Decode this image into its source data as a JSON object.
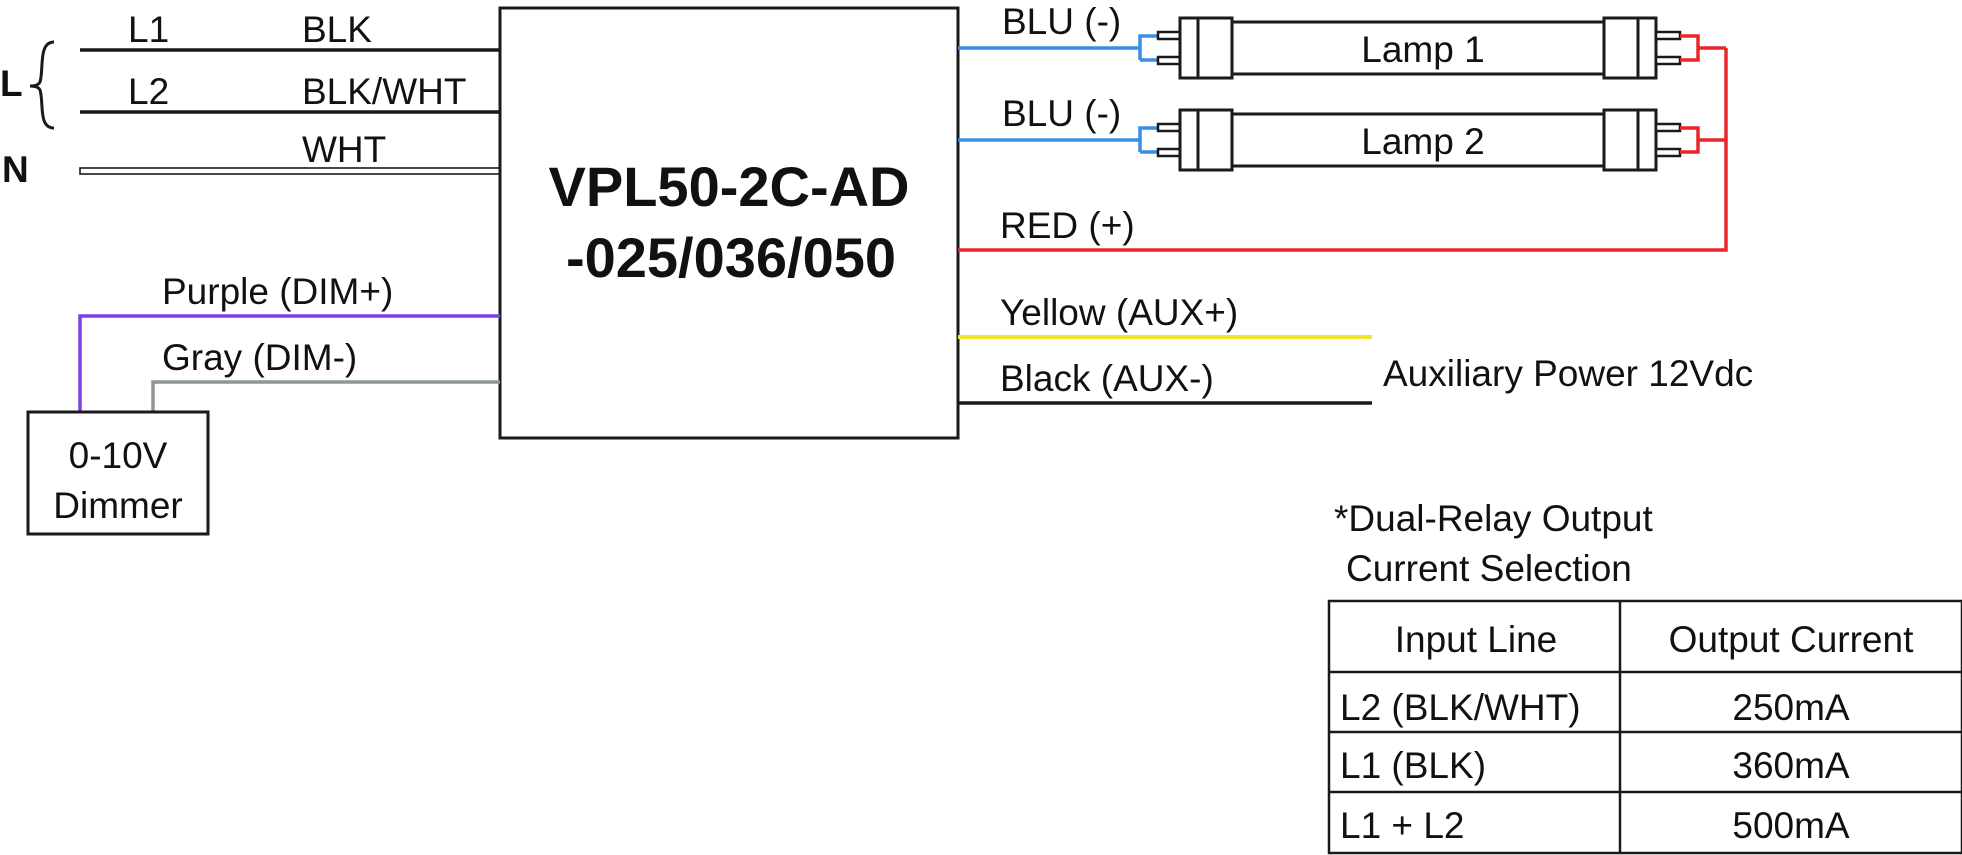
{
  "inputs": {
    "group_label": "L",
    "neutral_label": "N",
    "l1_label": "L1",
    "l2_label": "L2",
    "blk": "BLK",
    "blk_wht": "BLK/WHT",
    "wht": "WHT"
  },
  "driver": {
    "model_line1": "VPL50-2C-AD",
    "model_line2": "-025/036/050"
  },
  "dimming": {
    "purple": "Purple (DIM+)",
    "gray": "Gray (DIM-)",
    "dimmer_line1": "0-10V",
    "dimmer_line2": "Dimmer"
  },
  "outputs": {
    "blu1": "BLU (-)",
    "blu2": "BLU (-)",
    "lamp1": "Lamp 1",
    "lamp2": "Lamp 2",
    "red": "RED (+)",
    "yellow": "Yellow (AUX+)",
    "black": "Black (AUX-)",
    "aux_note": "Auxiliary Power 12Vdc"
  },
  "selection": {
    "title_line1": "*Dual-Relay Output",
    "title_line2": "Current Selection",
    "headers": [
      "Input Line",
      "Output Current"
    ],
    "rows": [
      [
        "L2 (BLK/WHT)",
        "250mA"
      ],
      [
        "L1 (BLK)",
        "360mA"
      ],
      [
        "L1 + L2",
        "500mA"
      ]
    ]
  },
  "colors": {
    "blue": "#3a8ee6",
    "red": "#e8262b",
    "purple": "#7b3fe4",
    "gray": "#8c969b",
    "yellow": "#f2e530",
    "black": "#1a1a1a"
  }
}
